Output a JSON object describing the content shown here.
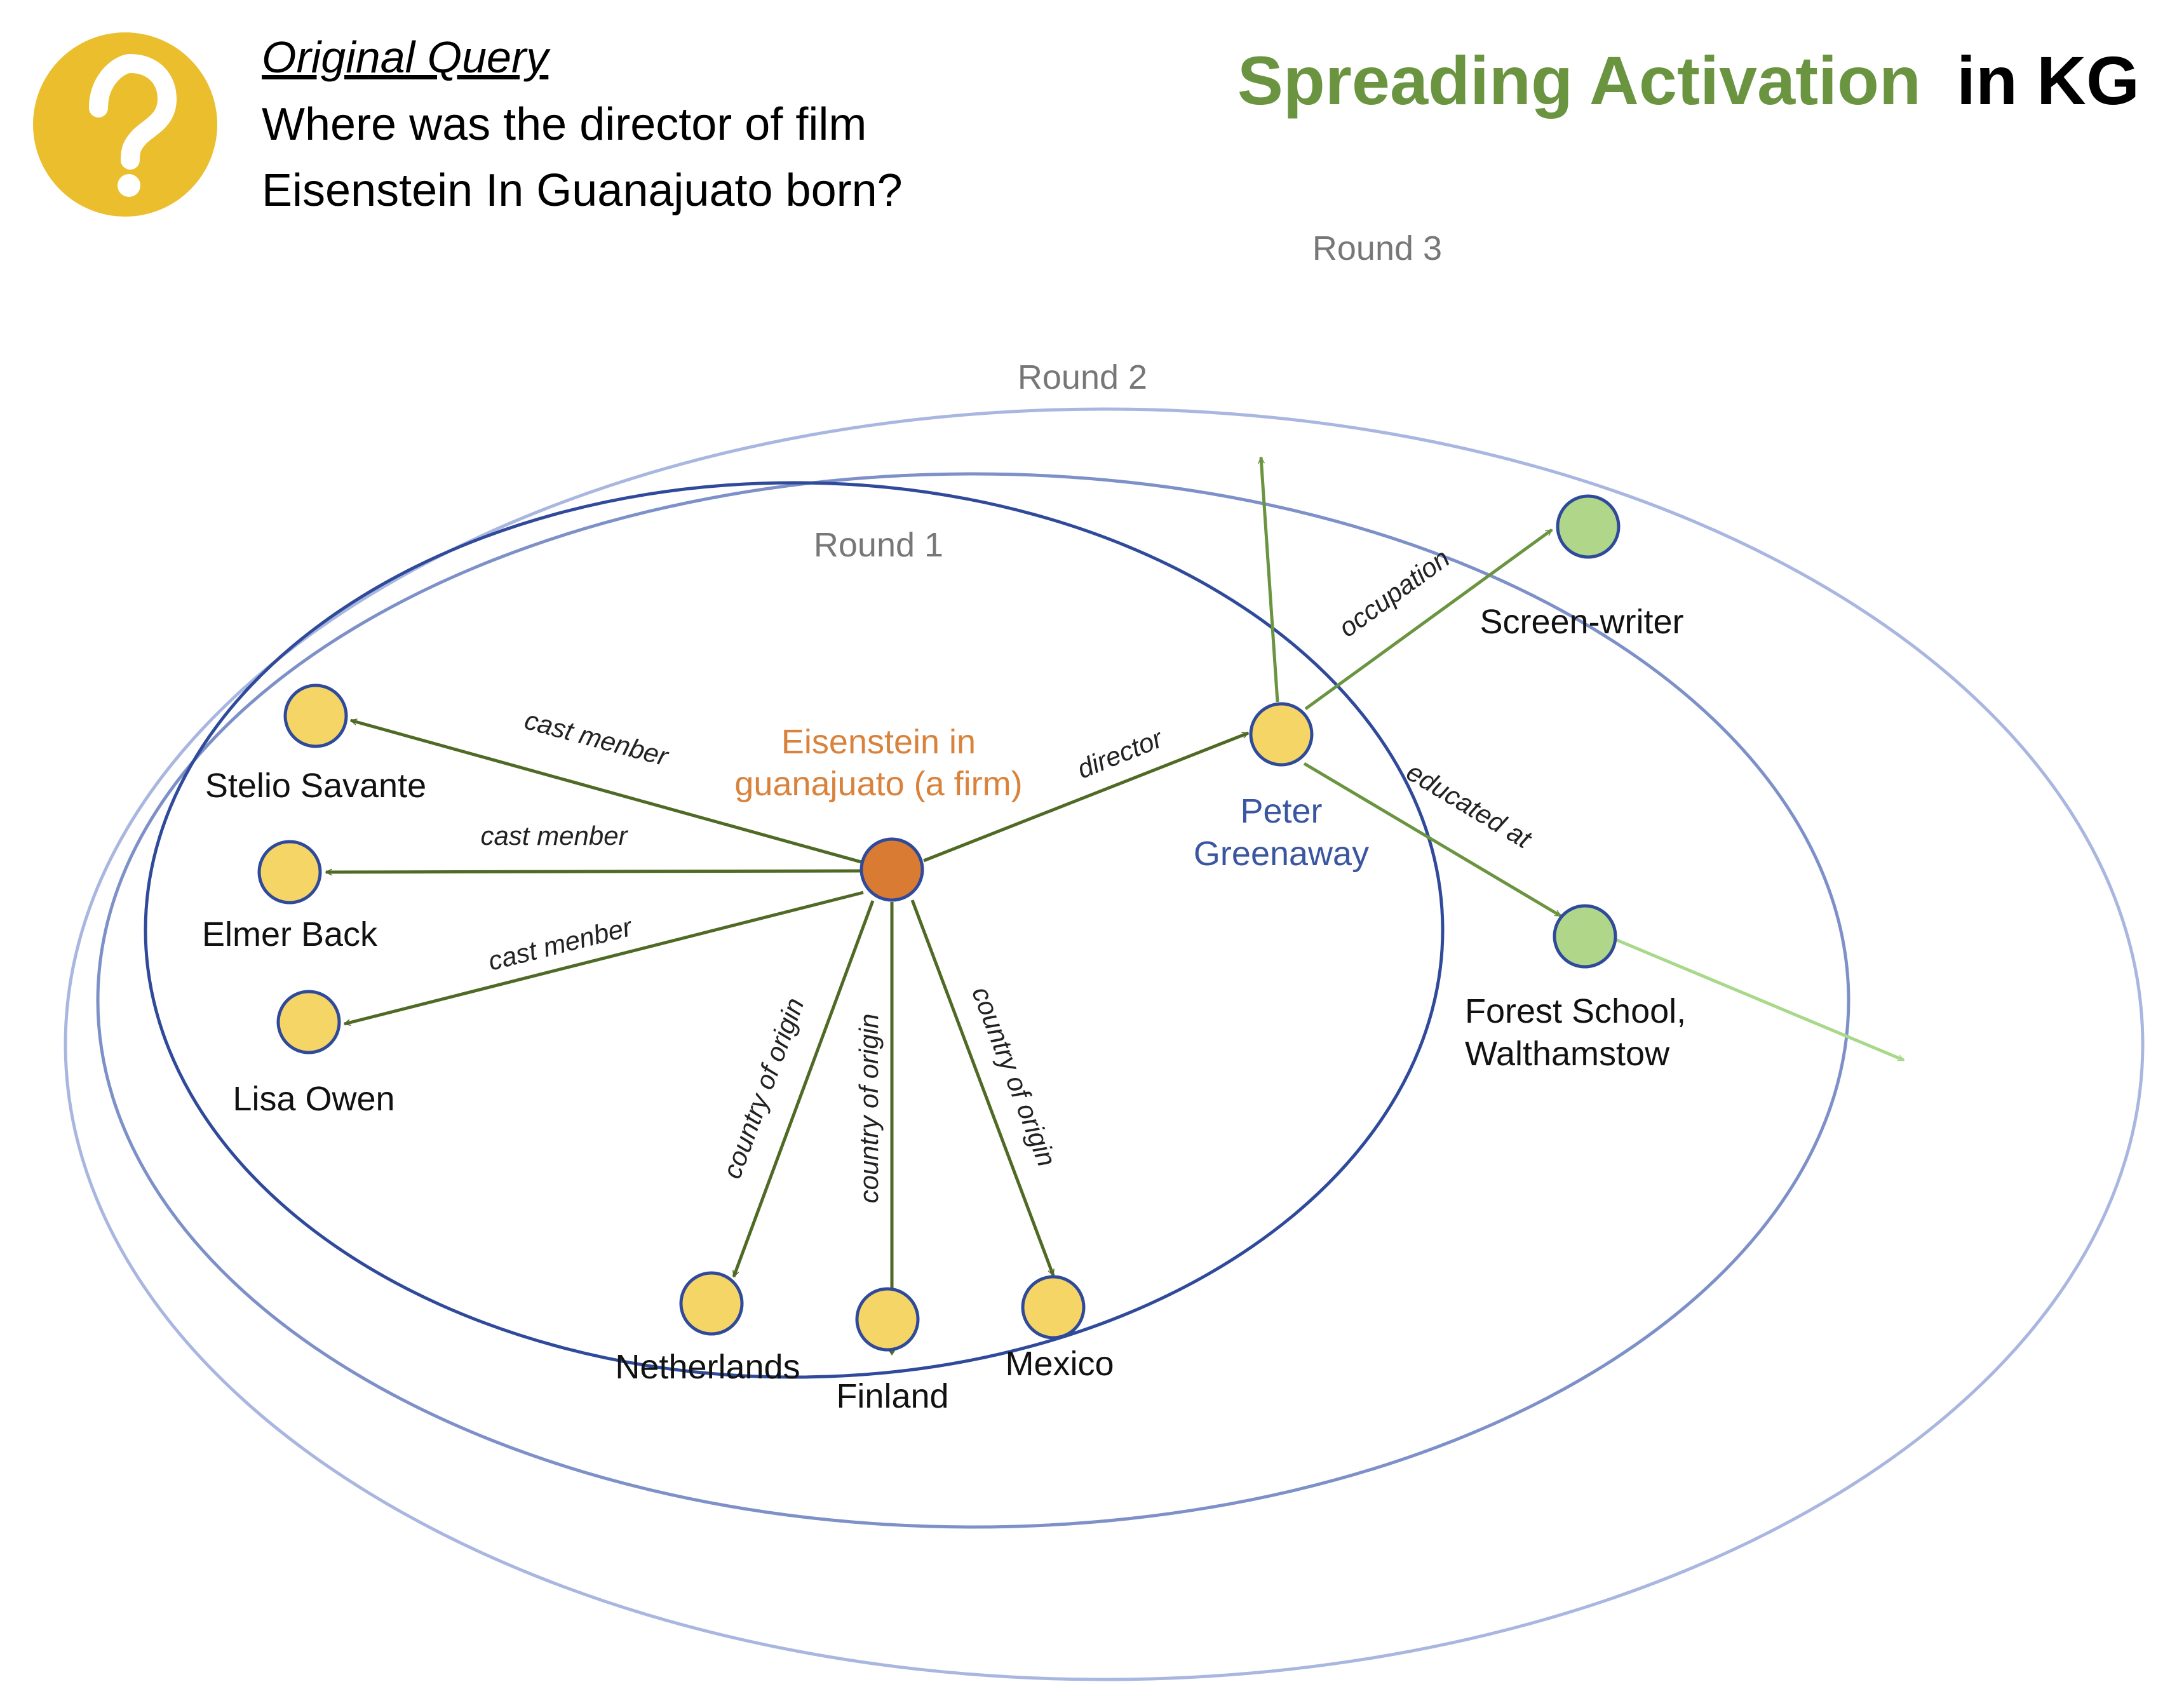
{
  "query": {
    "heading": "Original Query",
    "line1": "Where was the director of film",
    "line2": "Eisenstein In Guanajuato born?",
    "icon": "question-mark-icon",
    "icon_color": "#EBBE2E"
  },
  "title": {
    "part1": "Spreading Activation",
    "part2": "in KG",
    "color1": "#6A9440",
    "color2": "#000000"
  },
  "rounds": {
    "round1": "Round 1",
    "round2": "Round 2",
    "round3": "Round 3"
  },
  "nodes": {
    "center": {
      "line1": "Eisenstein in",
      "line2": "guanajuato (a firm)",
      "color": "#D97B32",
      "label_color": "#D9823C"
    },
    "stelio": {
      "label": "Stelio Savante"
    },
    "elmer": {
      "label": "Elmer Back"
    },
    "lisa": {
      "label": "Lisa Owen"
    },
    "netherlands": {
      "label": "Netherlands"
    },
    "finland": {
      "label": "Finland"
    },
    "mexico": {
      "label": "Mexico"
    },
    "peter": {
      "line1": "Peter",
      "line2": "Greenaway",
      "label_color": "#3A56A0"
    },
    "screenwriter": {
      "label": "Screen-writer"
    },
    "forest": {
      "line1": "Forest School,",
      "line2": "Walthamstow"
    }
  },
  "edges": {
    "cast1": "cast menber",
    "cast2": "cast menber",
    "cast3": "cast menber",
    "country1": "country of origin",
    "country2": "country of origin",
    "country3": "country of origin",
    "director": "director",
    "occupation": "occupation",
    "educated": "educated at"
  },
  "colors": {
    "yellow_node": "#F5D565",
    "green_node": "#B0D68A",
    "node_border": "#2F4A9A",
    "round1_ring": "#2F4A9A",
    "round2_ring": "#7D90C8",
    "round3_ring": "#A9B7E0",
    "edge_dark": "#4F6A25",
    "edge_mid": "#6A9440",
    "edge_light": "#A8D88A"
  }
}
